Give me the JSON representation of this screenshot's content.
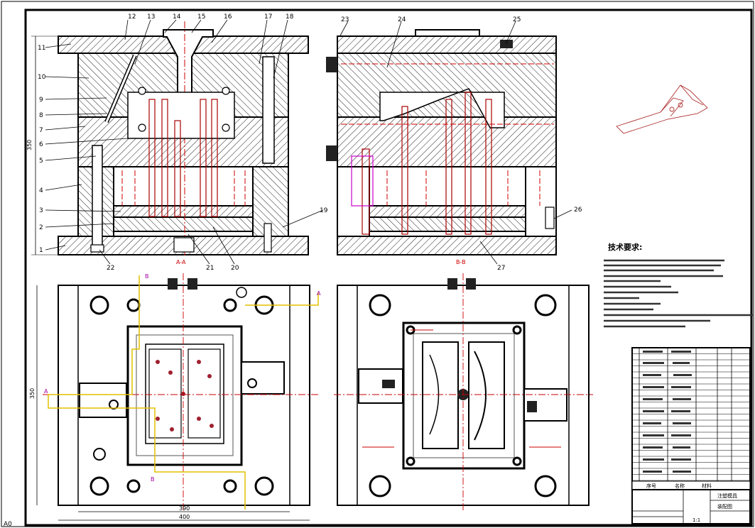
{
  "sheet": {
    "corner_mark": "A0"
  },
  "callouts_front": [
    "1",
    "2",
    "3",
    "4",
    "5",
    "6",
    "7",
    "8",
    "9",
    "10",
    "11",
    "12",
    "13",
    "14",
    "15",
    "16",
    "17",
    "18",
    "19",
    "20",
    "21",
    "22"
  ],
  "callouts_side": [
    "23",
    "24",
    "25",
    "26",
    "27"
  ],
  "section_marks": {
    "section_aa": "A-A",
    "section_bb": "B-B",
    "mark_a": "A",
    "mark_b": "B"
  },
  "dimensions": {
    "front_height": "350",
    "plan_height": "350",
    "plan_width_inner": "390",
    "plan_width_outer": "400"
  },
  "tech_requirements": {
    "title": "技术要求:"
  },
  "title_block": {
    "header_cells": [
      "序号",
      "名称",
      "材料"
    ],
    "drawing_title": "注塑模具",
    "drawing_no": "装配图",
    "scale": "1:1"
  }
}
